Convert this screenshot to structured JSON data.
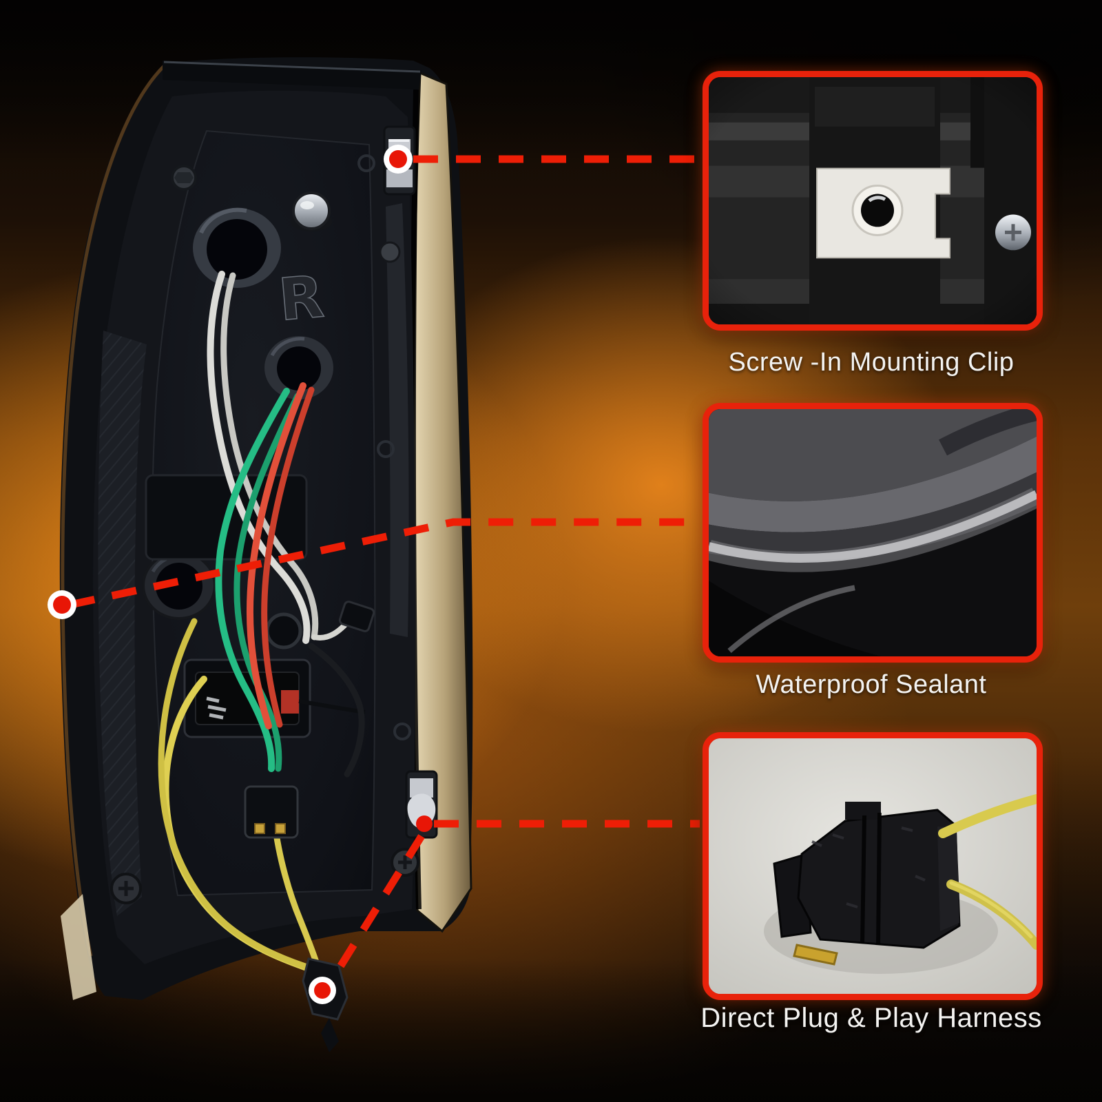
{
  "infographic": {
    "subject": "tail-light-assembly-rear-view",
    "callouts": [
      {
        "id": "mounting-clip",
        "label": "Screw -In Mounting Clip"
      },
      {
        "id": "sealant",
        "label": "Waterproof Sealant"
      },
      {
        "id": "harness",
        "label": "Direct Plug & Play Harness"
      }
    ],
    "photo": {
      "housing_marking": "R"
    },
    "colors": {
      "accent_red": "#ee1e06",
      "card_border_red": "#e8220b",
      "glow_orange": "#e8861c",
      "label_text": "#f4f3f1",
      "wire_white": "#dcdcd8",
      "wire_green": "#25bd85",
      "wire_red": "#e2503a",
      "wire_yellow": "#dfd052",
      "chrome_trim": "#d9c9a2"
    }
  }
}
